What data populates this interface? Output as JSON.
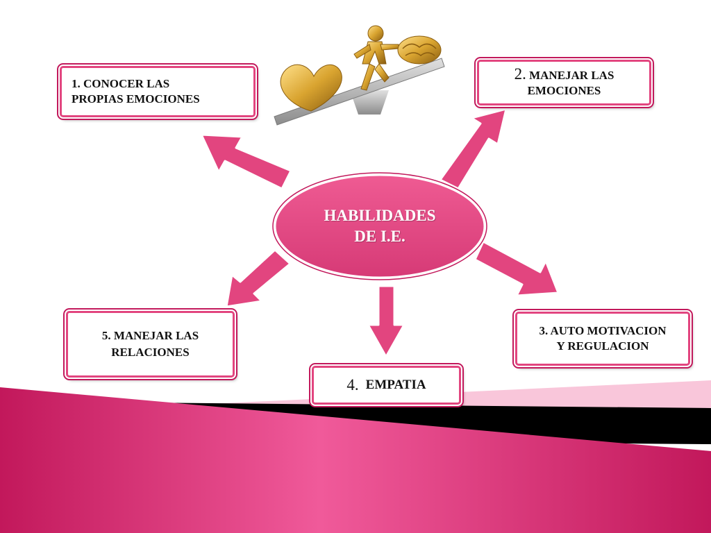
{
  "center": {
    "line1": "HABILIDADES",
    "line2": "DE I.E."
  },
  "box1": {
    "line1": "1.  CONOCER LAS",
    "line2": "PROPIAS EMOCIONES"
  },
  "box2": {
    "num": "2.",
    "line1": "MANEJAR LAS",
    "line2": "EMOCIONES"
  },
  "box3": {
    "line1": "3. AUTO MOTIVACION",
    "line2": "Y  REGULACION"
  },
  "box4": {
    "num": "4.",
    "label": "EMPATIA"
  },
  "box5": {
    "line1": "5. MANEJAR LAS",
    "line2": "RELACIONES"
  },
  "colors": {
    "accent": "#e2457f",
    "accent_dark": "#c2185b",
    "gold": "#d9a430",
    "band": "#e0286f"
  }
}
